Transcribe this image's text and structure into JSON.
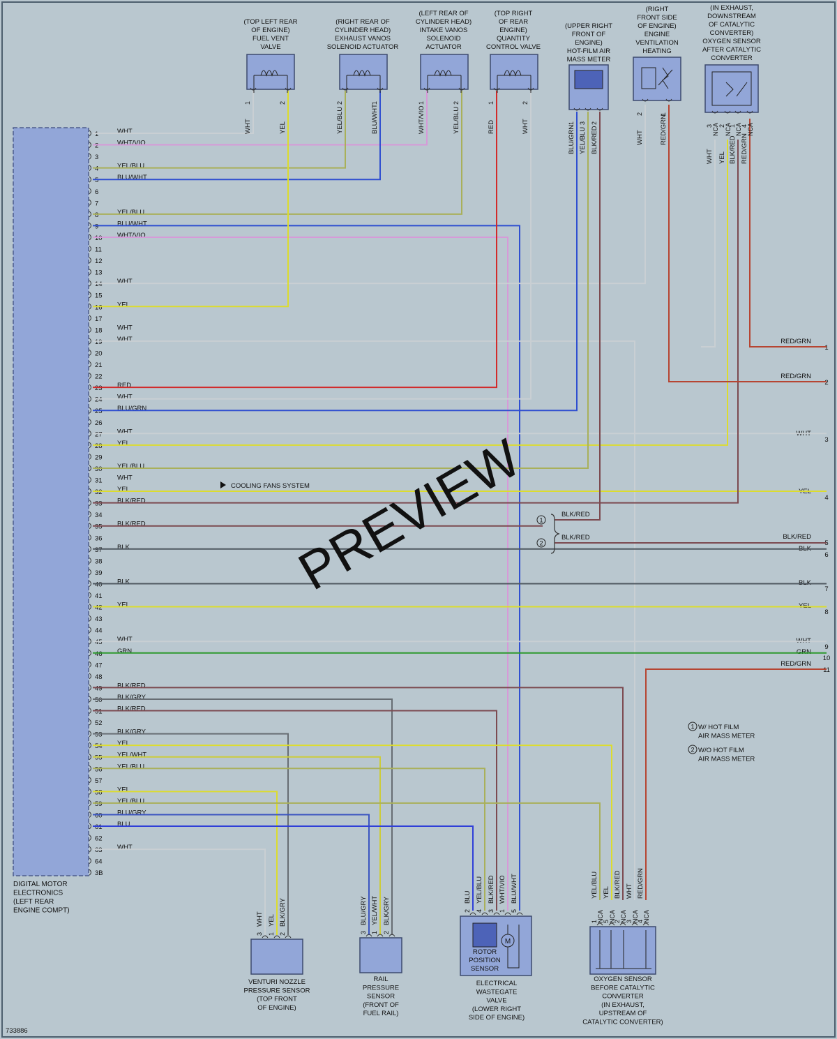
{
  "diagram_id": "733886",
  "watermark": "PREVIEW",
  "ecu_label": [
    "DIGITAL MOTOR",
    "ELECTRONICS",
    "(LEFT REAR",
    "ENGINE COMPT)"
  ],
  "colors": {
    "WHT": "#c9cfd3",
    "WHT/VIO": "#d69ad8",
    "YEL/BLU": "#a9b05a",
    "BLU/WHT": "#2f4fd0",
    "YEL": "#dcdc2e",
    "RED": "#d22a2a",
    "BLU/GRN": "#2f4fd0",
    "BLK/RED": "#7c4a50",
    "BLK": "#4f5860",
    "GRN": "#2e9a2e",
    "RED/GRN": "#b64532",
    "BLK/GRY": "#676d73",
    "YEL/WHT": "#cccc3a",
    "BLU/GRY": "#3b55c0",
    "BLU": "#2f3fd8"
  },
  "pins": [
    {
      "n": "1",
      "wire": "WHT"
    },
    {
      "n": "2",
      "wire": "WHT/VIO"
    },
    {
      "n": "3",
      "wire": ""
    },
    {
      "n": "4",
      "wire": "YEL/BLU"
    },
    {
      "n": "5",
      "wire": "BLU/WHT"
    },
    {
      "n": "6",
      "wire": ""
    },
    {
      "n": "7",
      "wire": ""
    },
    {
      "n": "8",
      "wire": "YEL/BLU"
    },
    {
      "n": "9",
      "wire": "BLU/WHT"
    },
    {
      "n": "10",
      "wire": "WHT/VIO"
    },
    {
      "n": "11",
      "wire": ""
    },
    {
      "n": "12",
      "wire": ""
    },
    {
      "n": "13",
      "wire": ""
    },
    {
      "n": "14",
      "wire": "WHT"
    },
    {
      "n": "15",
      "wire": ""
    },
    {
      "n": "16",
      "wire": "YEL"
    },
    {
      "n": "17",
      "wire": ""
    },
    {
      "n": "18",
      "wire": "WHT"
    },
    {
      "n": "19",
      "wire": "WHT"
    },
    {
      "n": "20",
      "wire": ""
    },
    {
      "n": "21",
      "wire": ""
    },
    {
      "n": "22",
      "wire": ""
    },
    {
      "n": "23",
      "wire": "RED"
    },
    {
      "n": "24",
      "wire": "WHT"
    },
    {
      "n": "25",
      "wire": "BLU/GRN"
    },
    {
      "n": "26",
      "wire": ""
    },
    {
      "n": "27",
      "wire": "WHT"
    },
    {
      "n": "28",
      "wire": "YEL"
    },
    {
      "n": "29",
      "wire": ""
    },
    {
      "n": "30",
      "wire": "YEL/BLU"
    },
    {
      "n": "31",
      "wire": "WHT"
    },
    {
      "n": "32",
      "wire": "YEL"
    },
    {
      "n": "33",
      "wire": "BLK/RED"
    },
    {
      "n": "34",
      "wire": ""
    },
    {
      "n": "35",
      "wire": "BLK/RED"
    },
    {
      "n": "36",
      "wire": ""
    },
    {
      "n": "37",
      "wire": "BLK"
    },
    {
      "n": "38",
      "wire": ""
    },
    {
      "n": "39",
      "wire": ""
    },
    {
      "n": "40",
      "wire": "BLK"
    },
    {
      "n": "41",
      "wire": ""
    },
    {
      "n": "42",
      "wire": "YEL"
    },
    {
      "n": "43",
      "wire": ""
    },
    {
      "n": "44",
      "wire": ""
    },
    {
      "n": "45",
      "wire": "WHT"
    },
    {
      "n": "46",
      "wire": "GRN"
    },
    {
      "n": "47",
      "wire": ""
    },
    {
      "n": "48",
      "wire": ""
    },
    {
      "n": "49",
      "wire": "BLK/RED"
    },
    {
      "n": "50",
      "wire": "BLK/GRY"
    },
    {
      "n": "51",
      "wire": "BLK/RED"
    },
    {
      "n": "52",
      "wire": ""
    },
    {
      "n": "53",
      "wire": "BLK/GRY"
    },
    {
      "n": "54",
      "wire": "YEL"
    },
    {
      "n": "55",
      "wire": "YEL/WHT"
    },
    {
      "n": "56",
      "wire": "YEL/BLU"
    },
    {
      "n": "57",
      "wire": ""
    },
    {
      "n": "58",
      "wire": "YEL"
    },
    {
      "n": "59",
      "wire": "YEL/BLU"
    },
    {
      "n": "60",
      "wire": "BLU/GRY"
    },
    {
      "n": "61",
      "wire": "BLU"
    },
    {
      "n": "62",
      "wire": ""
    },
    {
      "n": "63",
      "wire": "WHT"
    },
    {
      "n": "64",
      "wire": ""
    },
    {
      "n": "3B",
      "wire": ""
    }
  ],
  "top_components": [
    {
      "label": [
        "(TOP LEFT REAR",
        "OF ENGINE)",
        "FUEL VENT",
        "VALVE"
      ],
      "pins": [
        {
          "n": "1",
          "wire": "WHT"
        },
        {
          "n": "2",
          "wire": "YEL"
        }
      ]
    },
    {
      "label": [
        "(RIGHT REAR OF",
        "CYLINDER HEAD)",
        "EXHAUST VANOS",
        "SOLENOID ACTUATOR"
      ],
      "pins": [
        {
          "n": "2",
          "wire": "YEL/BLU"
        },
        {
          "n": "1",
          "wire": "BLU/WHT"
        }
      ]
    },
    {
      "label": [
        "(LEFT REAR OF",
        "CYLINDER HEAD)",
        "INTAKE VANOS",
        "SOLENOID",
        "ACTUATOR"
      ],
      "pins": [
        {
          "n": "1",
          "wire": "WHT/VIO"
        },
        {
          "n": "2",
          "wire": "YEL/BLU"
        }
      ]
    },
    {
      "label": [
        "(TOP RIGHT",
        "OF REAR",
        "ENGINE)",
        "QUANTITY",
        "CONTROL VALVE"
      ],
      "pins": [
        {
          "n": "1",
          "wire": "RED"
        },
        {
          "n": "2",
          "wire": "WHT"
        }
      ]
    },
    {
      "label": [
        "(UPPER RIGHT",
        "FRONT OF",
        "ENGINE)",
        "HOT-FILM AIR",
        "MASS METER"
      ],
      "pins": [
        {
          "n": "1",
          "wire": "BLU/GRN"
        },
        {
          "n": "3",
          "wire": "YEL/BLU"
        },
        {
          "n": "2",
          "wire": "BLK/RED"
        }
      ]
    },
    {
      "label": [
        "(RIGHT",
        "FRONT SIDE",
        "OF ENGINE)",
        "ENGINE",
        "VENTILATION",
        "HEATING"
      ],
      "pins": [
        {
          "n": "2",
          "wire": "WHT"
        },
        {
          "n": "1",
          "wire": "RED/GRN"
        }
      ]
    },
    {
      "label": [
        "(IN EXHAUST,",
        "DOWNSTREAM",
        "OF CATALYTIC",
        "CONVERTER)",
        "OXYGEN SENSOR",
        "AFTER CATALYTIC",
        "CONVERTER"
      ],
      "pins": [
        {
          "n": "3",
          "wire": "WHT"
        },
        {
          "n": "2",
          "wire": "YEL"
        },
        {
          "n": "1",
          "wire": "BLK/RED"
        },
        {
          "n": "4",
          "wire": "RED/GRN"
        }
      ],
      "nca": "NCA"
    }
  ],
  "bottom_components": [
    {
      "label": [
        "VENTURI NOZZLE",
        "PRESSURE SENSOR",
        "(TOP FRONT",
        "OF ENGINE)"
      ],
      "pins": [
        {
          "n": "3",
          "wire": "WHT"
        },
        {
          "n": "1",
          "wire": "YEL"
        },
        {
          "n": "2",
          "wire": "BLK/GRY"
        }
      ]
    },
    {
      "label": [
        "RAIL",
        "PRESSURE",
        "SENSOR",
        "(FRONT OF",
        "FUEL RAIL)"
      ],
      "pins": [
        {
          "n": "3",
          "wire": "BLU/GRY"
        },
        {
          "n": "1",
          "wire": "YEL/WHT"
        },
        {
          "n": "2",
          "wire": "BLK/GRY"
        }
      ]
    },
    {
      "label": [
        "ELECTRICAL",
        "WASTEGATE",
        "VALVE",
        "(LOWER RIGHT",
        "SIDE OF ENGINE)"
      ],
      "pins": [
        {
          "n": "2",
          "wire": "BLU"
        },
        {
          "n": "4",
          "wire": "YEL/BLU"
        },
        {
          "n": "3",
          "wire": "BLK/RED"
        },
        {
          "n": "1",
          "wire": "WHT/VIO"
        },
        {
          "n": "5",
          "wire": "BLU/WHT"
        }
      ],
      "inner": [
        "ROTOR",
        "POSITION",
        "SENSOR"
      ],
      "motor": "M"
    },
    {
      "label": [
        "OXYGEN SENSOR",
        "BEFORE CATALYTIC",
        "CONVERTER",
        "(IN EXHAUST,",
        "UPSTREAM OF",
        "CATALYTIC CONVERTER)"
      ],
      "pins": [
        {
          "n": "1",
          "wire": "YEL/BLU"
        },
        {
          "n": "5",
          "wire": "YEL"
        },
        {
          "n": "2",
          "wire": "BLK/RED"
        },
        {
          "n": "3",
          "wire": "WHT"
        },
        {
          "n": "4",
          "wire": "RED/GRN"
        }
      ],
      "nca": "NCA"
    }
  ],
  "right_outputs": [
    {
      "n": "1",
      "wire": "RED/GRN"
    },
    {
      "n": "2",
      "wire": "RED/GRN"
    },
    {
      "n": "3",
      "wire": "WHT"
    },
    {
      "n": "4",
      "wire": "YEL"
    },
    {
      "n": "5",
      "wire": "BLK/RED"
    },
    {
      "n": "6",
      "wire": "BLK"
    },
    {
      "n": "7",
      "wire": "BLK"
    },
    {
      "n": "8",
      "wire": "YEL"
    },
    {
      "n": "9",
      "wire": "WHT"
    },
    {
      "n": "10",
      "wire": "GRN"
    },
    {
      "n": "11",
      "wire": "RED/GRN"
    }
  ],
  "cooling_fans": "COOLING FANS SYSTEM",
  "splice_labels": [
    "BLK/RED",
    "BLK/RED"
  ],
  "splice_markers": [
    "1",
    "2"
  ],
  "notes": [
    {
      "marker": "1",
      "lines": [
        "W/ HOT FILM",
        "AIR MASS METER"
      ]
    },
    {
      "marker": "2",
      "lines": [
        "W/O HOT FILM",
        "AIR MASS METER"
      ]
    }
  ]
}
